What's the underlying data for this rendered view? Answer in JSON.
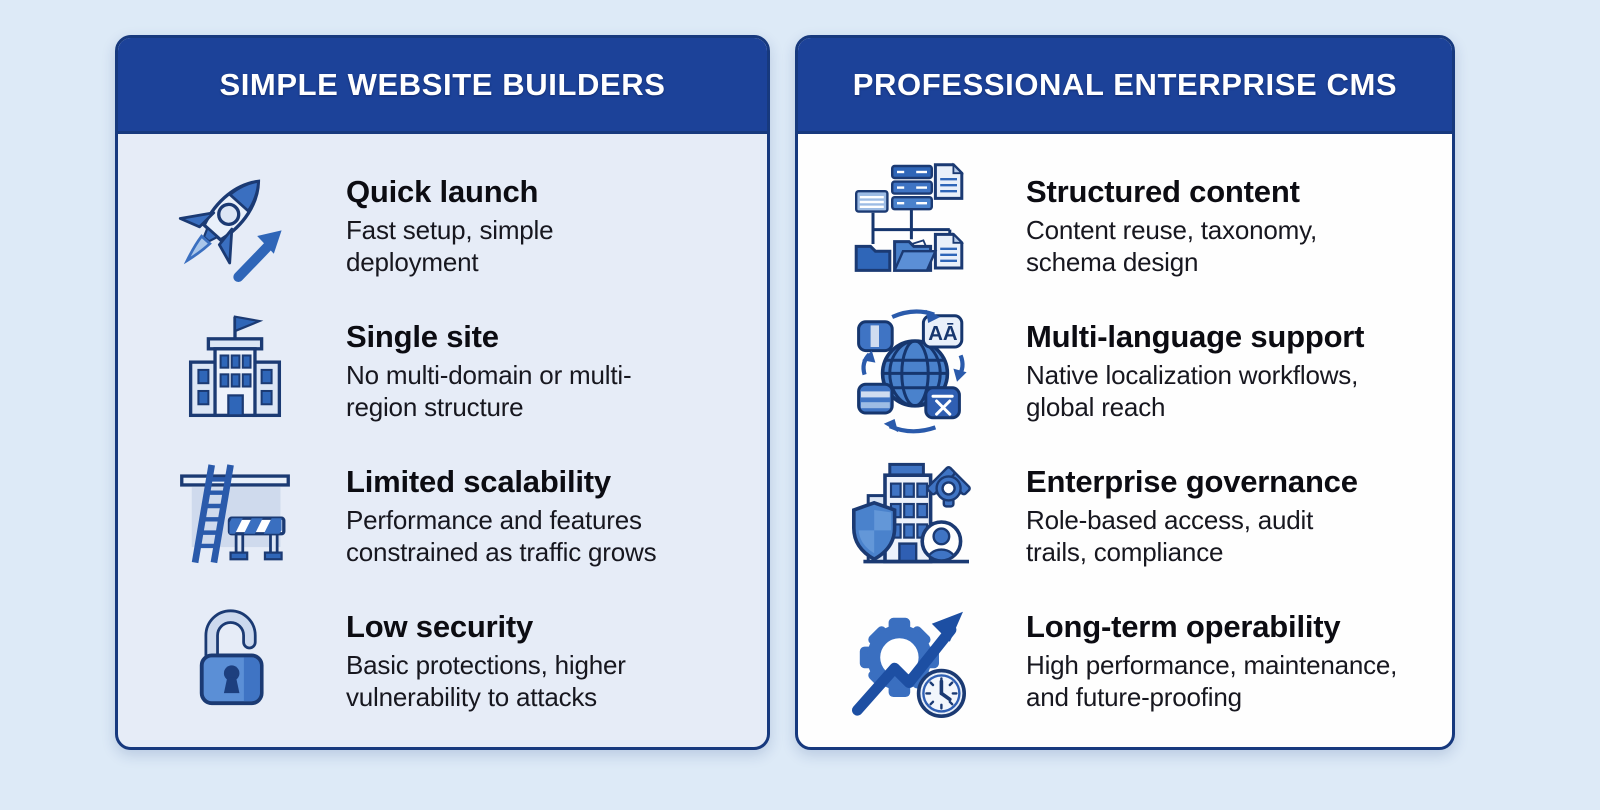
{
  "infographic": {
    "type": "comparison",
    "colors": {
      "page_background": "#ddeaf7",
      "header_blue": "#1c4299",
      "panel_border": "#17397e",
      "left_panel_body": "#e6ecf7",
      "right_panel_body": "#fefefe",
      "icon_primary_blue": "#2f66b8",
      "icon_mid_blue": "#4a82cc",
      "icon_light_blue": "#dce6f5",
      "icon_outline_navy": "#1b3a73",
      "title_text": "#0c0c12",
      "body_text": "#17171f",
      "header_text": "#ffffff"
    }
  },
  "panels": [
    {
      "title": "SIMPLE WEBSITE BUILDERS",
      "items": [
        {
          "icon": "rocket-icon",
          "title": "Quick launch",
          "description": "Fast setup, simple deployment"
        },
        {
          "icon": "building-icon",
          "title": "Single site",
          "description": "No multi-domain or multi-region structure"
        },
        {
          "icon": "ladder-barrier-icon",
          "title": "Limited scalability",
          "description": "Performance and features constrained as traffic grows"
        },
        {
          "icon": "unlocked-padlock-icon",
          "title": "Low security",
          "description": "Basic protections, higher vulnerability to attacks"
        }
      ]
    },
    {
      "title": "PROFESSIONAL ENTERPRISE CMS",
      "items": [
        {
          "icon": "structured-content-icon",
          "title": "Structured content",
          "description": "Content reuse, taxonomy, schema design"
        },
        {
          "icon": "multi-language-globe-icon",
          "title": "Multi-language support",
          "description": "Native localization workflows, global reach"
        },
        {
          "icon": "governance-building-icon",
          "title": "Enterprise governance",
          "description": "Role-based access, audit trails, compliance"
        },
        {
          "icon": "gear-growth-clock-icon",
          "title": "Long-term operability",
          "description": "High performance, maintenance, and future-proofing"
        }
      ]
    }
  ]
}
